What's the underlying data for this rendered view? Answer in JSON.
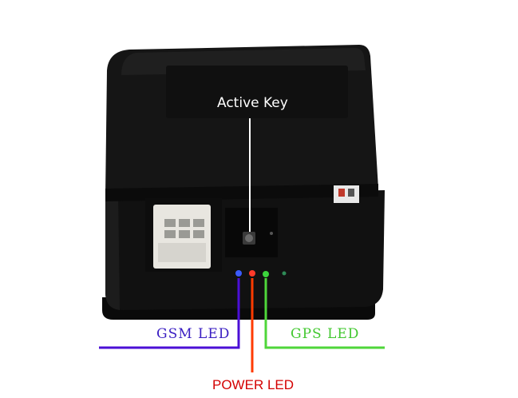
{
  "labels": {
    "active_key": "Active Key",
    "gsm_led": "GSM LED",
    "gps_led": "GPS LED",
    "power_led": "POWER LED"
  },
  "colors": {
    "gsm": "#4b0fd6",
    "power": "#ff3b00",
    "gps": "#4fd63a",
    "device_body": "#151515",
    "pointer": "#ffffff",
    "power_label": "#d40000"
  }
}
